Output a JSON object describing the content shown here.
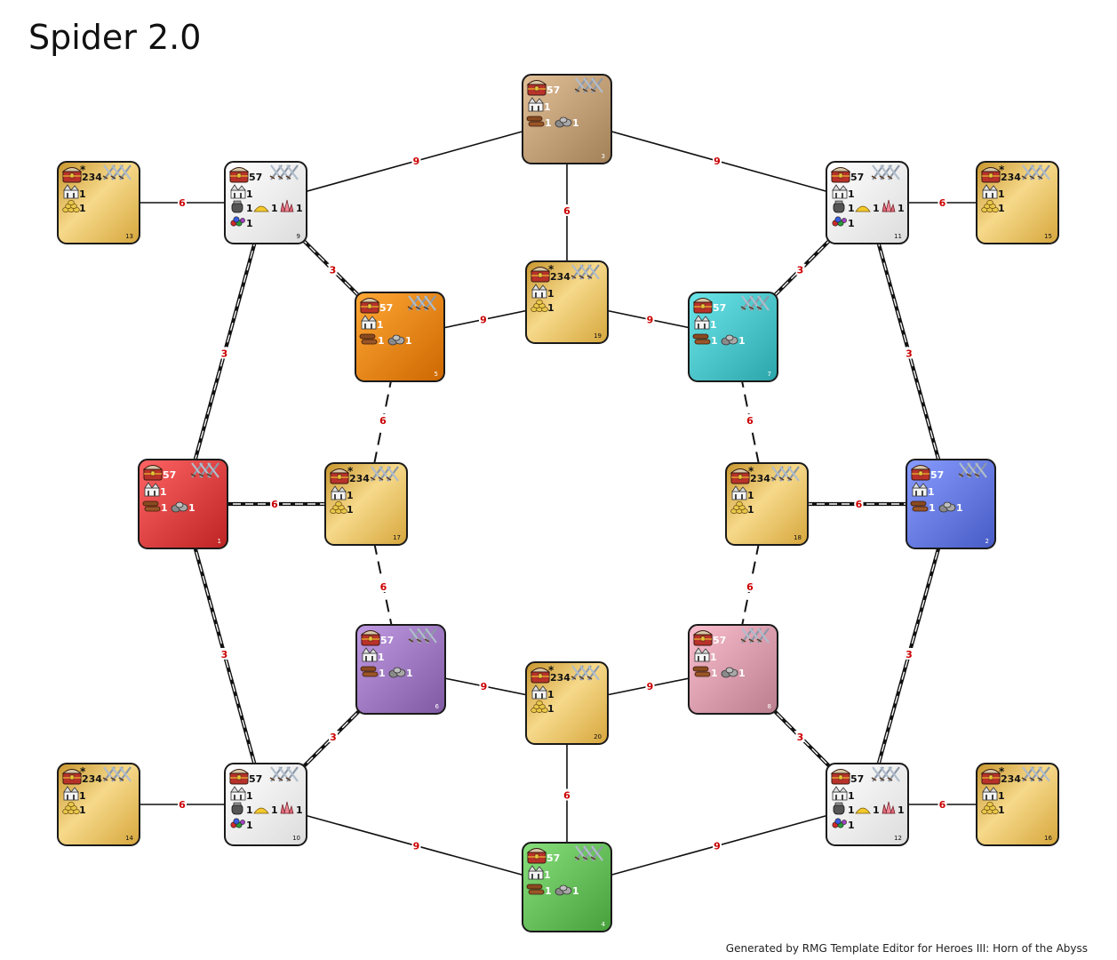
{
  "title": "Spider 2.0",
  "footer": "Generated by RMG Template Editor for Heroes III: Horn of the Abyss",
  "colors": {
    "edge_label": "#cc0000",
    "red": "#e04646",
    "blue": "#6a7ee8",
    "tan": "#c4a27a",
    "green": "#6ac25e",
    "orange": "#f08a18",
    "teal": "#4ec8cc",
    "purple": "#a27cc4",
    "pink": "#dca0b0",
    "neutral": "#f2f2f2",
    "gold": "#e8c060"
  },
  "zones": [
    {
      "id": "1",
      "kind": "player",
      "color": "red",
      "treasure": "57",
      "town": "1",
      "wood": "1",
      "ore": "1"
    },
    {
      "id": "2",
      "kind": "player",
      "color": "blue",
      "treasure": "57",
      "town": "1",
      "wood": "1",
      "ore": "1"
    },
    {
      "id": "3",
      "kind": "player",
      "color": "tan",
      "treasure": "57",
      "town": "1",
      "wood": "1",
      "ore": "1"
    },
    {
      "id": "4",
      "kind": "player",
      "color": "green",
      "treasure": "57",
      "town": "1",
      "wood": "1",
      "ore": "1"
    },
    {
      "id": "5",
      "kind": "player",
      "color": "orange",
      "treasure": "57",
      "town": "1",
      "wood": "1",
      "ore": "1"
    },
    {
      "id": "6",
      "kind": "player",
      "color": "purple",
      "treasure": "57",
      "town": "1",
      "wood": "1",
      "ore": "1"
    },
    {
      "id": "7",
      "kind": "player",
      "color": "teal",
      "treasure": "57",
      "town": "1",
      "wood": "1",
      "ore": "1"
    },
    {
      "id": "8",
      "kind": "player",
      "color": "pink",
      "treasure": "57",
      "town": "1",
      "wood": "1",
      "ore": "1"
    },
    {
      "id": "9",
      "kind": "neutral",
      "treasure": "57",
      "town": "1",
      "mercury": "1",
      "sulfur": "1",
      "crystal": "1",
      "gems": "1"
    },
    {
      "id": "10",
      "kind": "neutral",
      "treasure": "57",
      "town": "1",
      "mercury": "1",
      "sulfur": "1",
      "crystal": "1",
      "gems": "1"
    },
    {
      "id": "11",
      "kind": "neutral",
      "treasure": "57",
      "town": "1",
      "mercury": "1",
      "sulfur": "1",
      "crystal": "1",
      "gems": "1"
    },
    {
      "id": "12",
      "kind": "neutral",
      "treasure": "57",
      "town": "1",
      "mercury": "1",
      "sulfur": "1",
      "crystal": "1",
      "gems": "1"
    },
    {
      "id": "13",
      "kind": "gold",
      "treasure": "234",
      "star": "*",
      "town": "1",
      "gold": "1"
    },
    {
      "id": "14",
      "kind": "gold",
      "treasure": "234",
      "star": "*",
      "town": "1",
      "gold": "1"
    },
    {
      "id": "15",
      "kind": "gold",
      "treasure": "234",
      "star": "*",
      "town": "1",
      "gold": "1"
    },
    {
      "id": "16",
      "kind": "gold",
      "treasure": "234",
      "star": "*",
      "town": "1",
      "gold": "1"
    },
    {
      "id": "17",
      "kind": "gold",
      "treasure": "234",
      "star": "*",
      "town": "1",
      "gold": "1"
    },
    {
      "id": "18",
      "kind": "gold",
      "treasure": "234",
      "star": "*",
      "town": "1",
      "gold": "1"
    },
    {
      "id": "19",
      "kind": "gold",
      "treasure": "234",
      "star": "*",
      "town": "1",
      "gold": "1"
    },
    {
      "id": "20",
      "kind": "gold",
      "treasure": "234",
      "star": "*",
      "town": "1",
      "gold": "1"
    }
  ],
  "connections": [
    {
      "from": "3",
      "to": "9",
      "value": "9",
      "style": "solid"
    },
    {
      "from": "3",
      "to": "11",
      "value": "9",
      "style": "solid"
    },
    {
      "from": "3",
      "to": "19",
      "value": "6",
      "style": "solid"
    },
    {
      "from": "13",
      "to": "9",
      "value": "6",
      "style": "solid"
    },
    {
      "from": "11",
      "to": "15",
      "value": "6",
      "style": "solid"
    },
    {
      "from": "9",
      "to": "5",
      "value": "3",
      "style": "wide"
    },
    {
      "from": "11",
      "to": "7",
      "value": "3",
      "style": "wide"
    },
    {
      "from": "5",
      "to": "19",
      "value": "9",
      "style": "solid"
    },
    {
      "from": "19",
      "to": "7",
      "value": "9",
      "style": "solid"
    },
    {
      "from": "9",
      "to": "1",
      "value": "3",
      "style": "wide"
    },
    {
      "from": "11",
      "to": "2",
      "value": "3",
      "style": "wide"
    },
    {
      "from": "5",
      "to": "17",
      "value": "6",
      "style": "dashed"
    },
    {
      "from": "7",
      "to": "18",
      "value": "6",
      "style": "dashed"
    },
    {
      "from": "1",
      "to": "17",
      "value": "6",
      "style": "wide"
    },
    {
      "from": "18",
      "to": "2",
      "value": "6",
      "style": "wide"
    },
    {
      "from": "17",
      "to": "6",
      "value": "6",
      "style": "dashed"
    },
    {
      "from": "18",
      "to": "8",
      "value": "6",
      "style": "dashed"
    },
    {
      "from": "1",
      "to": "10",
      "value": "3",
      "style": "wide"
    },
    {
      "from": "2",
      "to": "12",
      "value": "3",
      "style": "wide"
    },
    {
      "from": "6",
      "to": "20",
      "value": "9",
      "style": "solid"
    },
    {
      "from": "20",
      "to": "8",
      "value": "9",
      "style": "solid"
    },
    {
      "from": "6",
      "to": "10",
      "value": "3",
      "style": "wide"
    },
    {
      "from": "8",
      "to": "12",
      "value": "3",
      "style": "wide"
    },
    {
      "from": "14",
      "to": "10",
      "value": "6",
      "style": "solid"
    },
    {
      "from": "12",
      "to": "16",
      "value": "6",
      "style": "solid"
    },
    {
      "from": "20",
      "to": "4",
      "value": "6",
      "style": "solid"
    },
    {
      "from": "10",
      "to": "4",
      "value": "9",
      "style": "solid"
    },
    {
      "from": "4",
      "to": "12",
      "value": "9",
      "style": "solid"
    }
  ]
}
